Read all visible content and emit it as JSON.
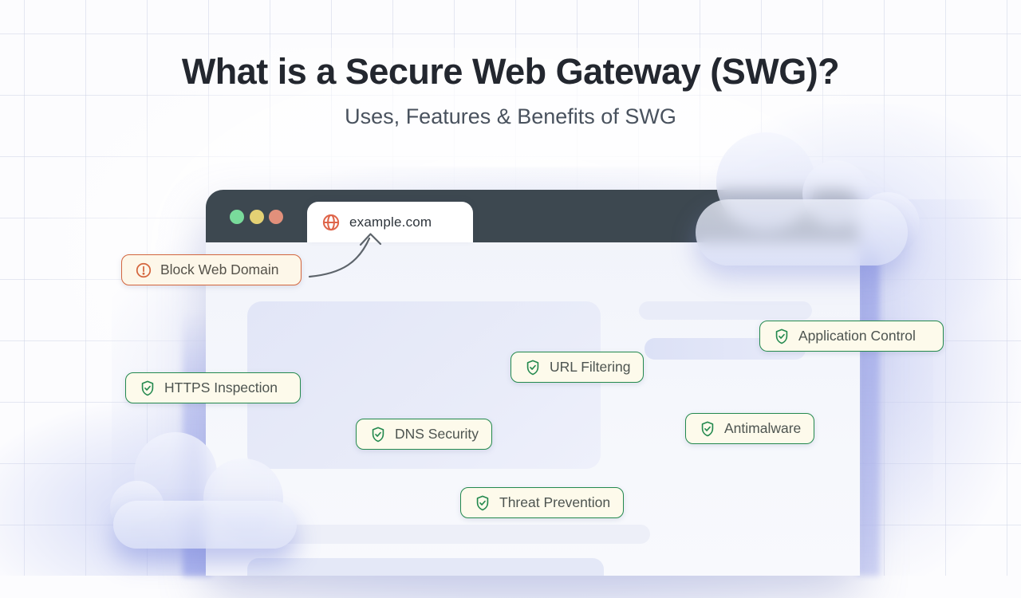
{
  "header": {
    "title": "What is a Secure Web Gateway (SWG)?",
    "subtitle": "Uses, Features & Benefits of SWG"
  },
  "browser": {
    "url": "example.com",
    "favicon": "globe-icon",
    "window_controls": [
      {
        "name": "green-dot",
        "color": "#79db9b"
      },
      {
        "name": "yellow-dot",
        "color": "#e4d174"
      },
      {
        "name": "red-dot",
        "color": "#e2907b"
      }
    ],
    "header_color": "#3d4850"
  },
  "annotations": {
    "blocked": {
      "label": "Block Web Domain",
      "icon": "alert-circle-icon",
      "accent_color": "#d4663e"
    },
    "features": [
      {
        "label": "HTTPS Inspection",
        "icon": "shield-check-icon"
      },
      {
        "label": "URL Filtering",
        "icon": "shield-check-icon"
      },
      {
        "label": "DNS Security",
        "icon": "shield-check-icon"
      },
      {
        "label": "Threat Prevention",
        "icon": "shield-check-icon"
      },
      {
        "label": "Antimalware",
        "icon": "shield-check-icon"
      },
      {
        "label": "Application Control",
        "icon": "shield-check-icon"
      }
    ],
    "feature_accent_color": "#23894e",
    "badge_background": "#fdfaeb"
  }
}
